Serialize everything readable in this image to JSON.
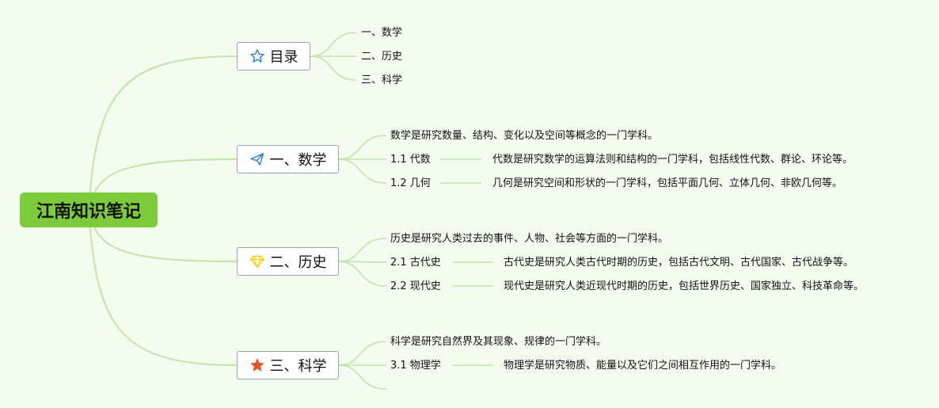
{
  "root": {
    "label": "江南知识笔记"
  },
  "branches": [
    {
      "label": "目录",
      "icon": "star-outline-icon",
      "items": [
        {
          "text": "一、数学"
        },
        {
          "text": "二、历史"
        },
        {
          "text": "三、科学"
        }
      ]
    },
    {
      "label": "一、数学",
      "icon": "paper-plane-icon",
      "items": [
        {
          "text": "数学是研究数量、结构、变化以及空间等概念的一门学科。"
        },
        {
          "text": "1.1 代数",
          "detail": "代数是研究数学的运算法则和结构的一门学科，包括线性代数、群论、环论等。"
        },
        {
          "text": "1.2 几何",
          "detail": "几何是研究空间和形状的一门学科，包括平面几何、立体几何、非欧几何等。"
        }
      ]
    },
    {
      "label": "二、历史",
      "icon": "diamond-icon",
      "items": [
        {
          "text": "历史是研究人类过去的事件、人物、社会等方面的一门学科。"
        },
        {
          "text": "2.1 古代史",
          "detail": "古代史是研究人类古代时期的历史，包括古代文明、古代国家、古代战争等。"
        },
        {
          "text": "2.2 现代史",
          "detail": "现代史是研究人类近现代时期的历史，包括世界历史、国家独立、科技革命等。"
        }
      ]
    },
    {
      "label": "三、科学",
      "icon": "star-filled-icon",
      "items": [
        {
          "text": "科学是研究自然界及其现象、规律的一门学科。"
        },
        {
          "text": "3.1 物理学",
          "detail": "物理学是研究物质、能量以及它们之间相互作用的一门学科。"
        },
        {
          "text": ""
        }
      ]
    }
  ],
  "colors": {
    "background": "#f4fbef",
    "root_fill": "#7bcb3a",
    "connector": "#bfe6a6",
    "star_outline": "#2f86c8",
    "paper_plane": "#2f86c8",
    "diamond": "#f5d21a",
    "star_filled": "#e0582a"
  }
}
